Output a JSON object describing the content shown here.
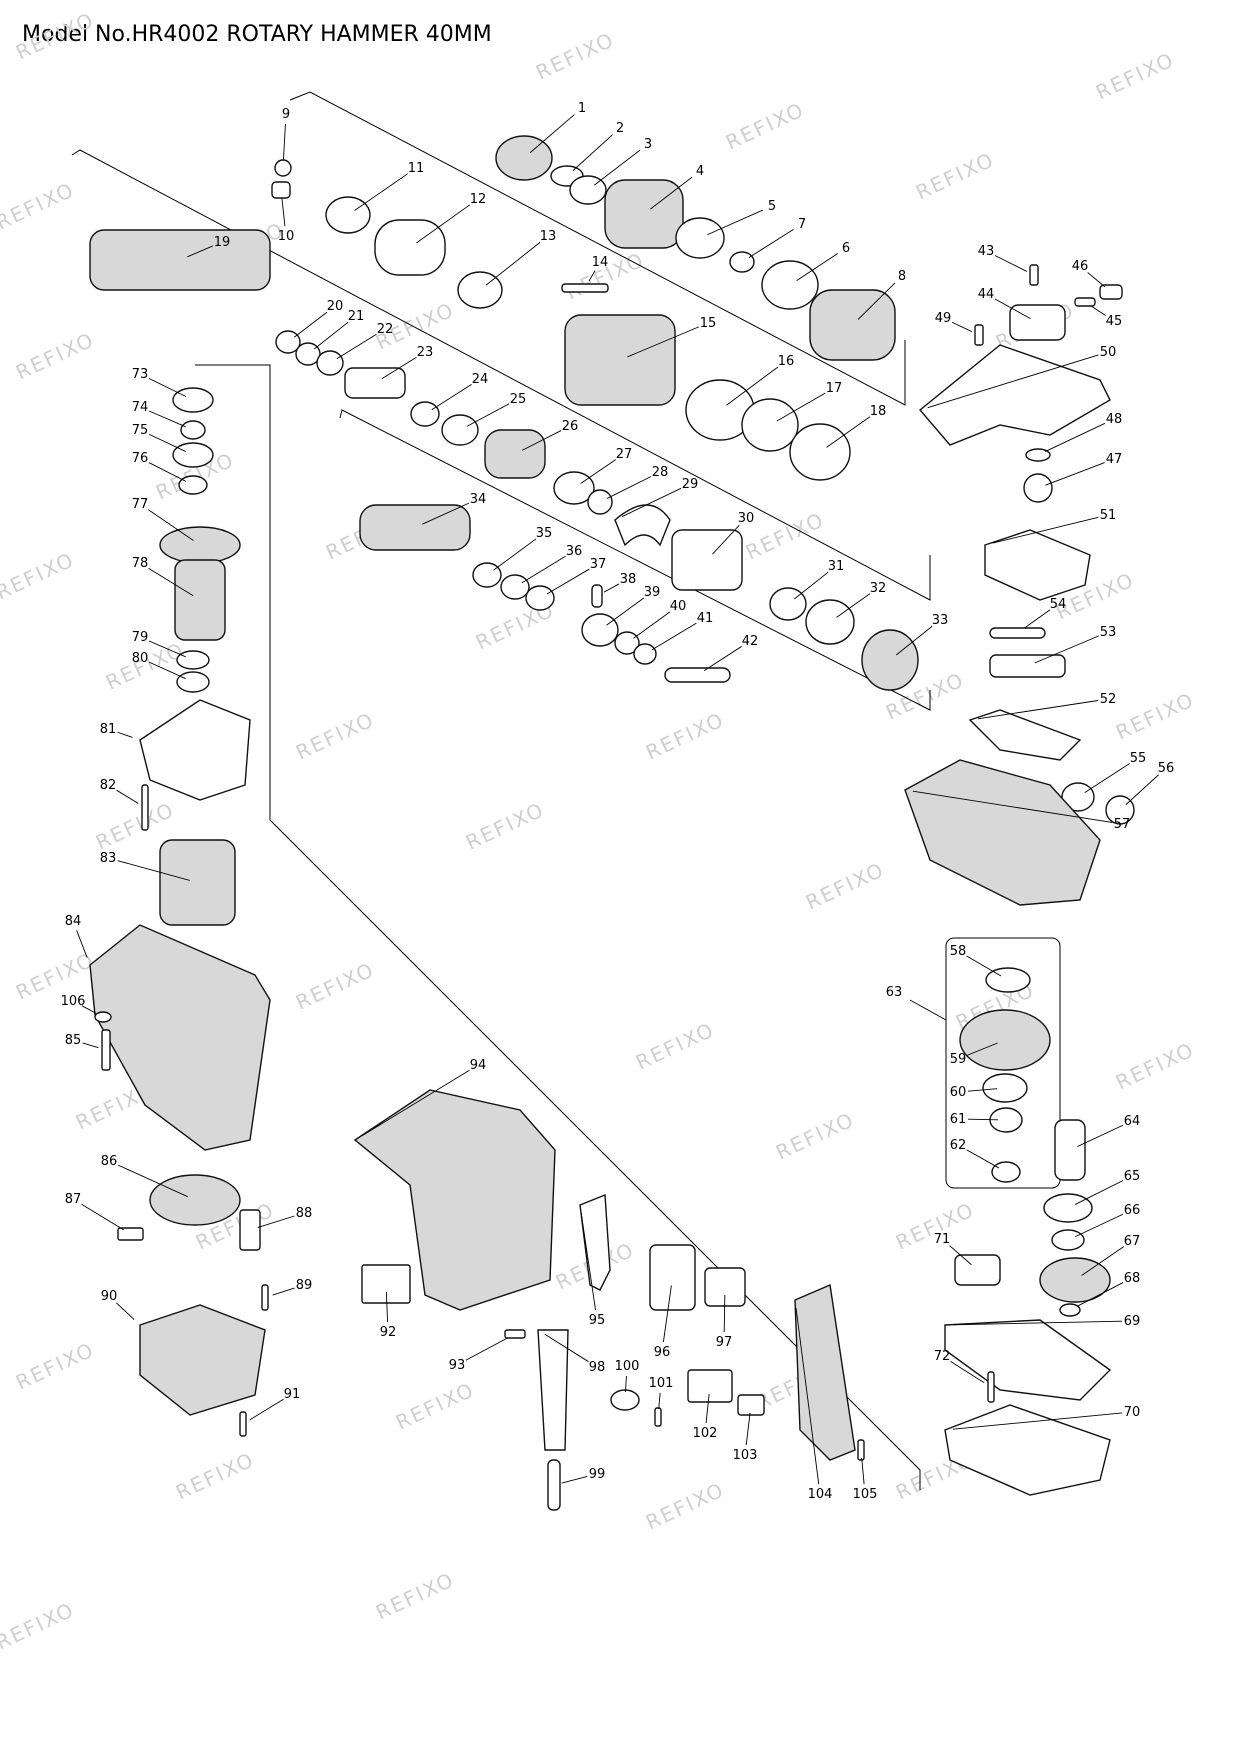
{
  "title": "Model No.HR4002 ROTARY HAMMER 40MM",
  "watermark_text": "REFIXO",
  "colors": {
    "ink": "#000000",
    "watermark": "#cfcfcf",
    "background": "#ffffff"
  },
  "part_numbers": [
    "1",
    "2",
    "3",
    "4",
    "5",
    "6",
    "7",
    "8",
    "9",
    "10",
    "11",
    "12",
    "13",
    "14",
    "15",
    "16",
    "17",
    "18",
    "19",
    "20",
    "21",
    "22",
    "23",
    "24",
    "25",
    "26",
    "27",
    "28",
    "29",
    "30",
    "31",
    "32",
    "33",
    "34",
    "35",
    "36",
    "37",
    "38",
    "39",
    "40",
    "41",
    "42",
    "43",
    "44",
    "45",
    "46",
    "47",
    "48",
    "49",
    "50",
    "51",
    "52",
    "53",
    "54",
    "55",
    "56",
    "57",
    "58",
    "59",
    "60",
    "61",
    "62",
    "63",
    "64",
    "65",
    "66",
    "67",
    "68",
    "69",
    "70",
    "71",
    "72",
    "73",
    "74",
    "75",
    "76",
    "77",
    "78",
    "79",
    "80",
    "81",
    "82",
    "83",
    "84",
    "85",
    "86",
    "87",
    "88",
    "89",
    "90",
    "91",
    "92",
    "93",
    "94",
    "95",
    "96",
    "97",
    "98",
    "99",
    "100",
    "101",
    "102",
    "103",
    "104",
    "105",
    "106"
  ]
}
